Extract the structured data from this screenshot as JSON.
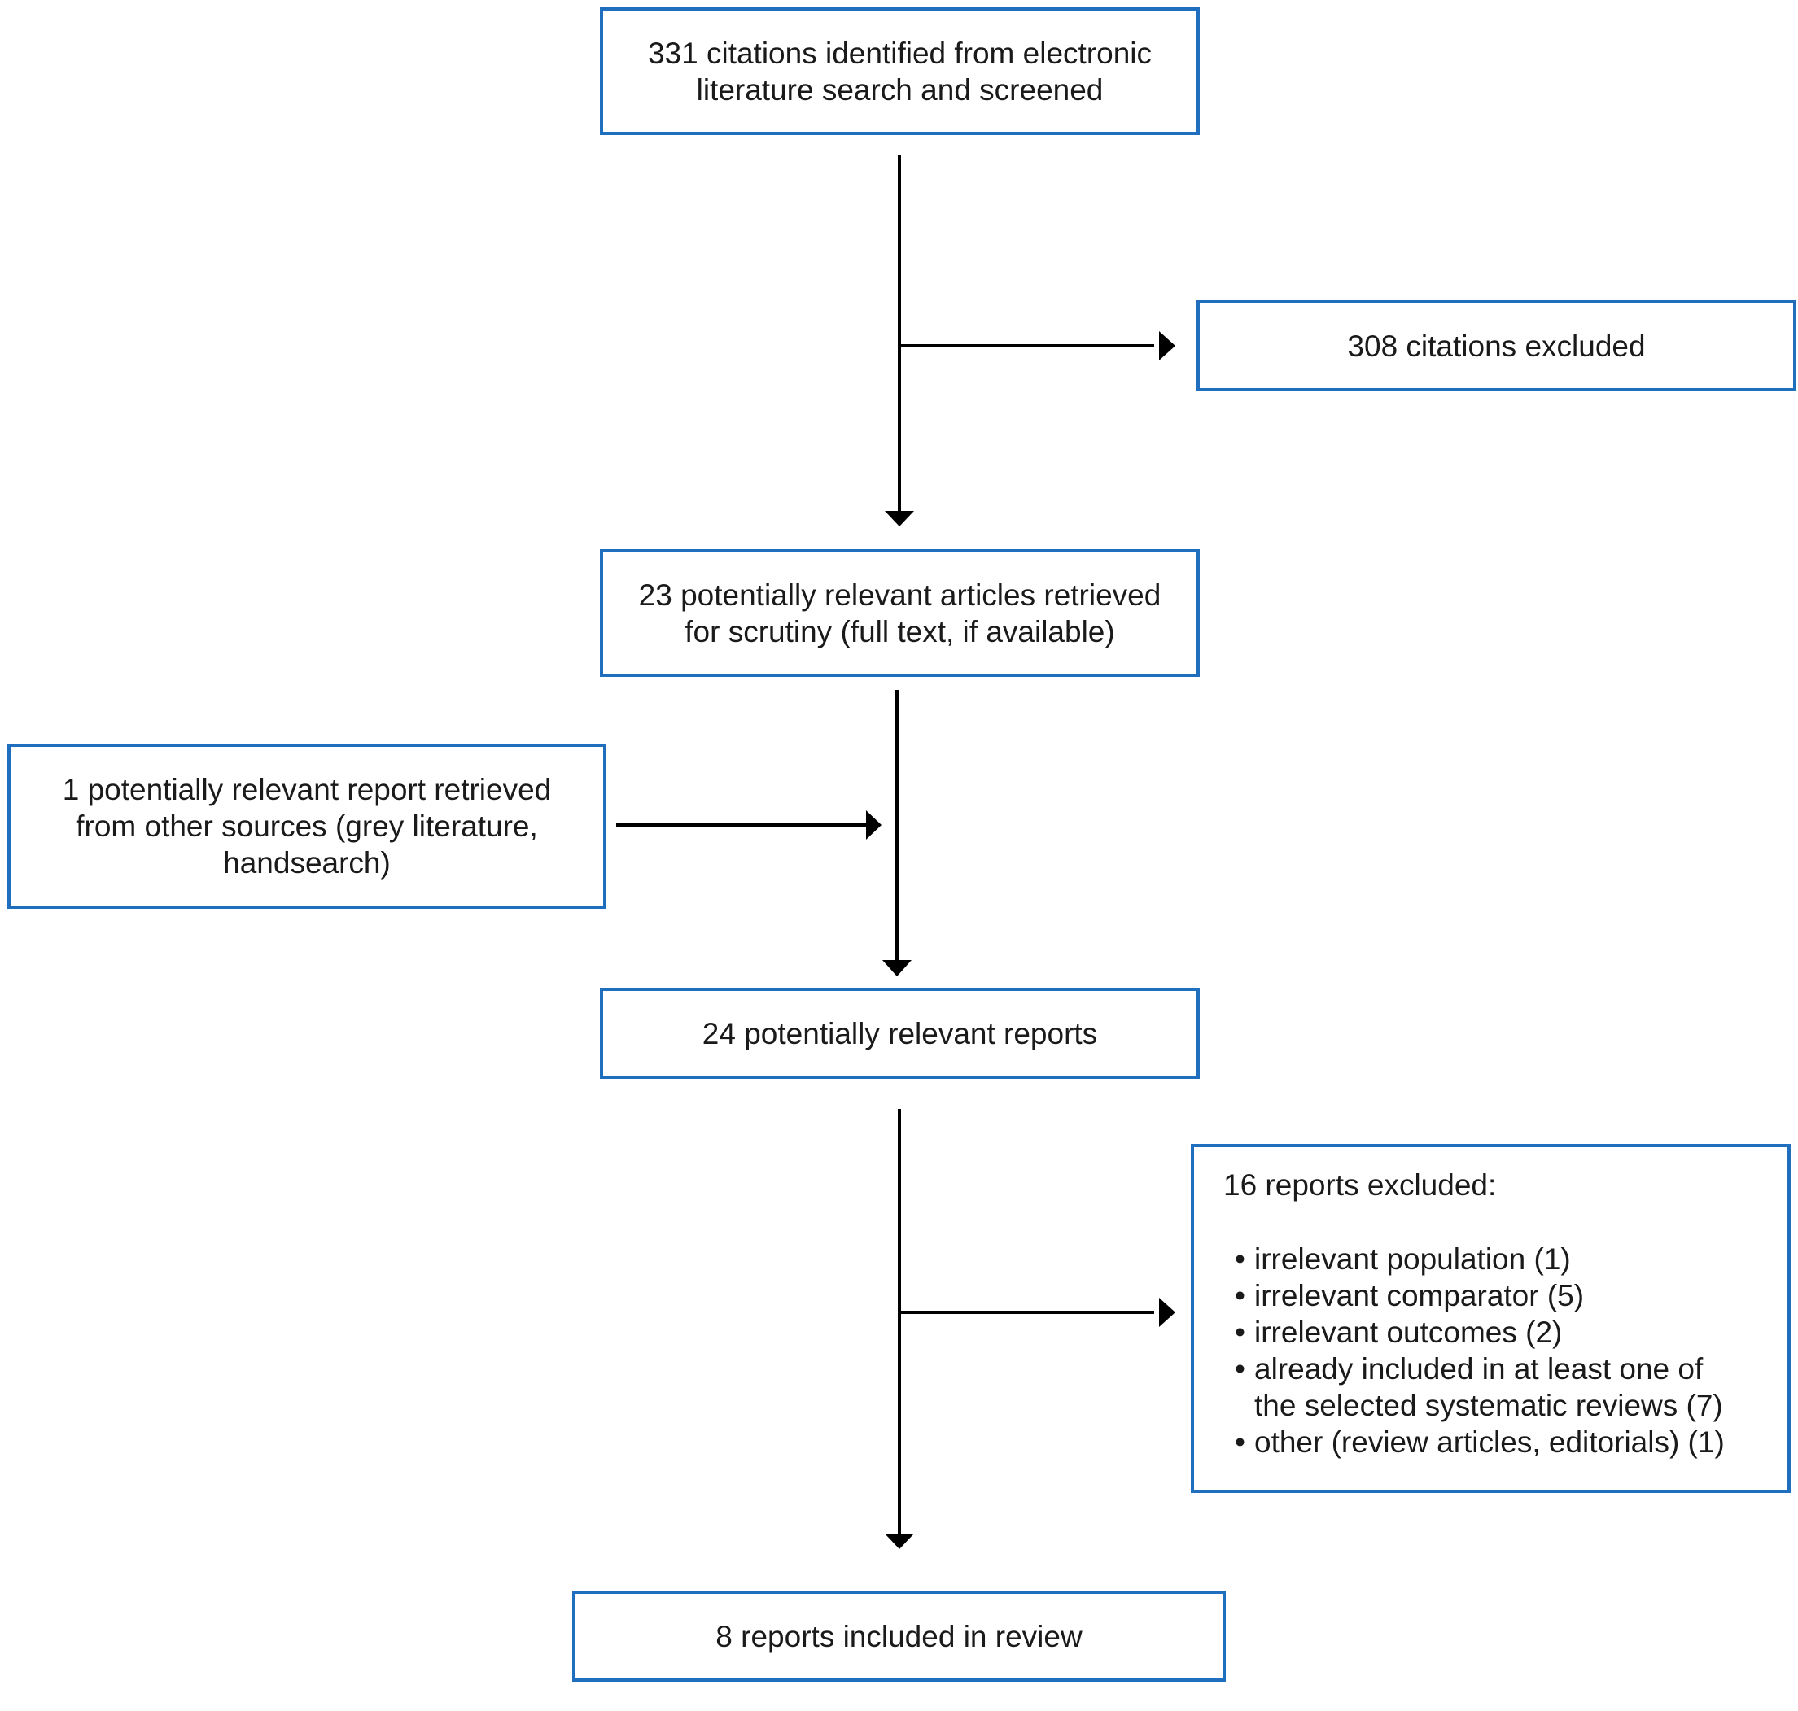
{
  "boxes": {
    "citations_identified": {
      "lines": [
        "331 citations identified from electronic",
        "literature search and screened"
      ]
    },
    "citations_excluded": {
      "lines": [
        "308 citations excluded"
      ]
    },
    "articles_retrieved": {
      "lines": [
        "23 potentially relevant articles retrieved",
        "for scrutiny (full text, if available)"
      ]
    },
    "other_sources": {
      "lines": [
        "1 potentially relevant report retrieved",
        "from other sources (grey literature,",
        "handsearch)"
      ]
    },
    "relevant_reports": {
      "lines": [
        "24 potentially relevant reports"
      ]
    },
    "reports_excluded": {
      "heading": "16 reports excluded:",
      "reasons": [
        "irrelevant population (1)",
        "irrelevant comparator (5)",
        "irrelevant outcomes (2)",
        "already included in at least one of",
        "the selected systematic reviews (7)",
        "other (review articles, editorials) (1)"
      ]
    },
    "included": {
      "lines": [
        "8 reports included in review"
      ]
    }
  },
  "colors": {
    "box_border": "#1f6fbe",
    "arrow": "#000000",
    "text": "#1a1a1a"
  }
}
